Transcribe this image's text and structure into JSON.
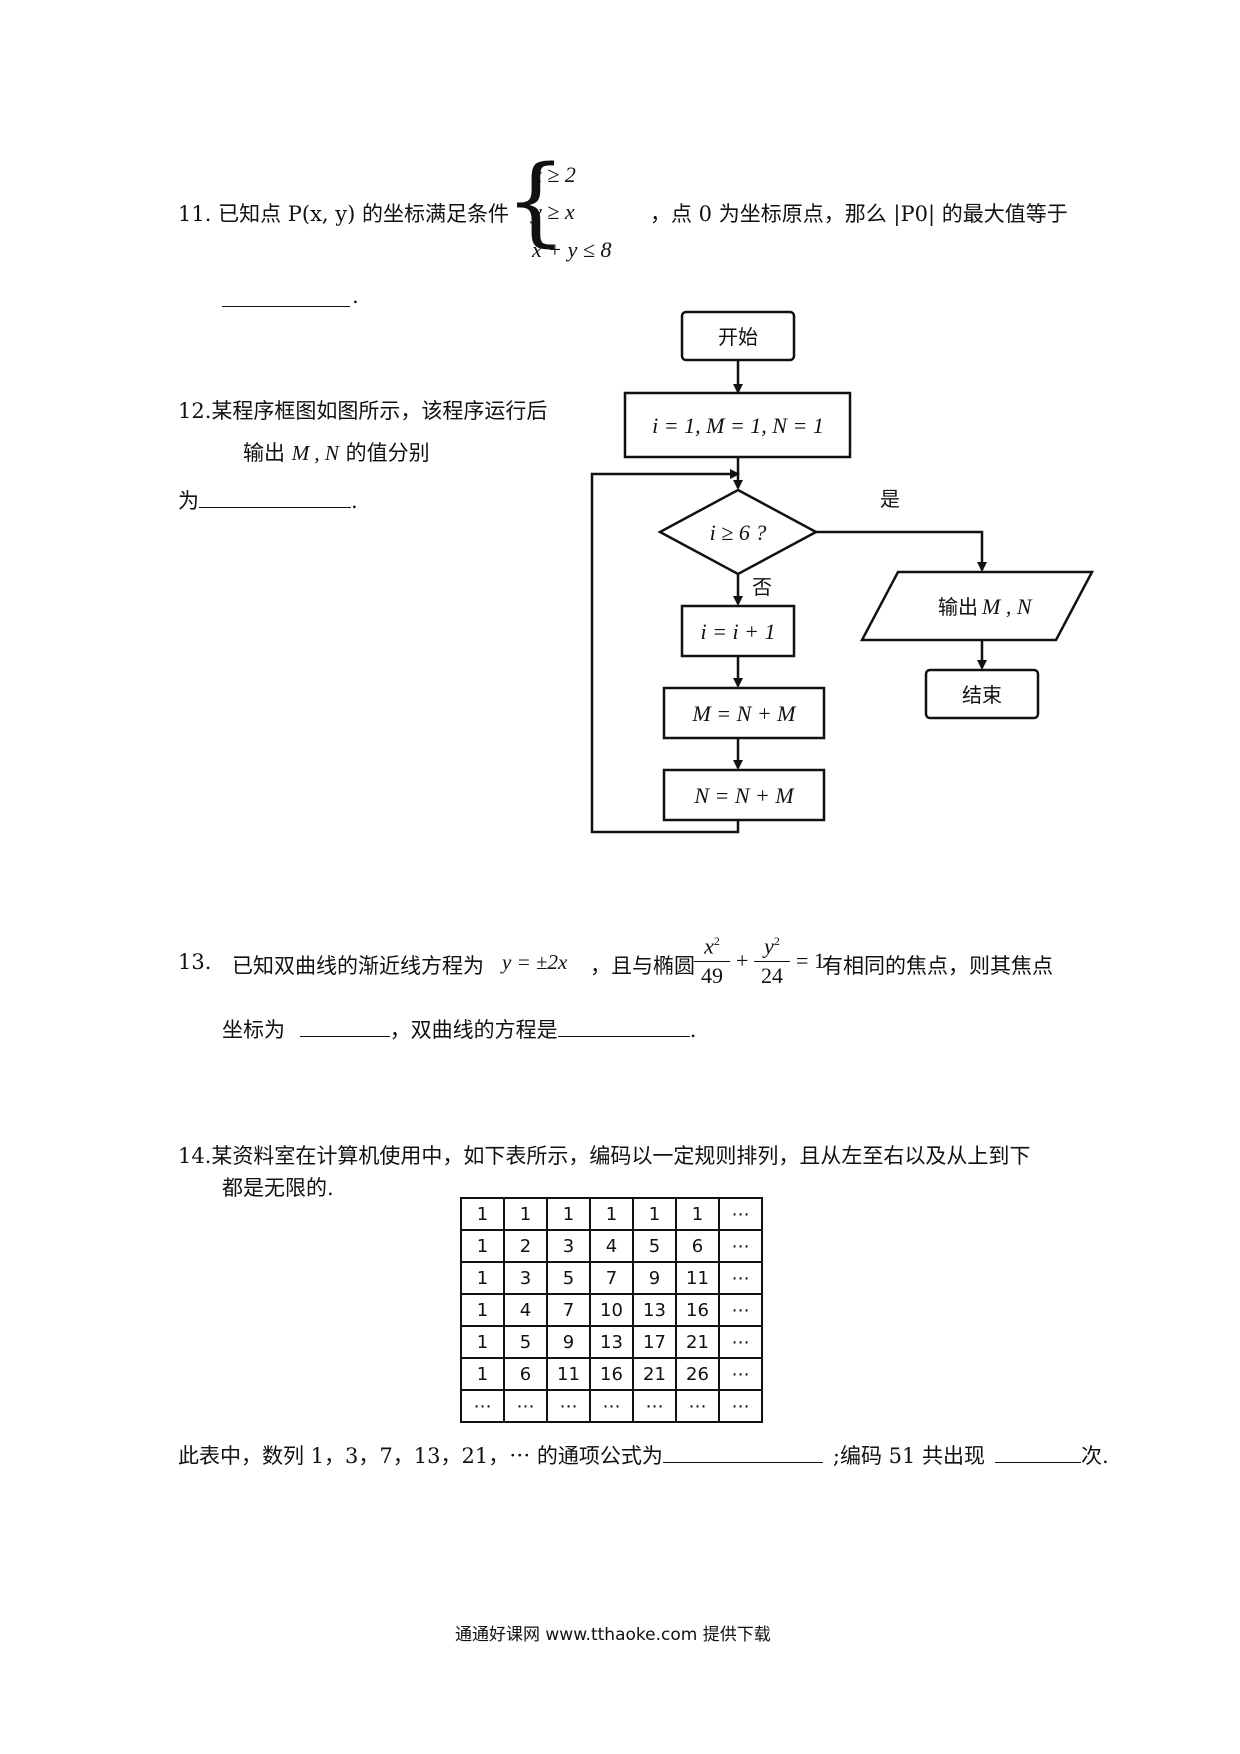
{
  "q11": {
    "prefix": "11. 已知点 P(x, y) 的坐标满足条件",
    "conditions": [
      "x ≥ 2",
      "y ≥ x",
      "x + y ≤ 8"
    ],
    "suffix": "，点 0 为坐标原点，那么 |P0| 的最大值等于",
    "end": "."
  },
  "q12": {
    "line1": "12.某程序框图如图所示，该程序运行后",
    "line2_prefix": "输出",
    "line2_vars": "M , N",
    "line2_suffix": "的值分别",
    "line3_prefix": "为",
    "end": "."
  },
  "flowchart": {
    "start": "开始",
    "init": "i = 1, M = 1, N = 1",
    "condition": "i ≥ 6 ?",
    "yes": "是",
    "no": "否",
    "step_i": "i = i + 1",
    "step_m": "M = N + M",
    "step_n": "N = N + M",
    "output_prefix": "输出",
    "output_vars": "M , N",
    "end": "结束"
  },
  "q13": {
    "number": "13.",
    "text1": "已知双曲线的渐近线方程为",
    "asymptote": "y = ±2x",
    "text2": "，且与椭圆",
    "x_term": "x",
    "y_term": "y",
    "exp": "2",
    "den_x": "49",
    "den_y": "24",
    "plus": "+",
    "eq_one": "= 1",
    "text3": "有相同的焦点，则其焦点",
    "line2_a": "坐标为",
    "line2_b": "，双曲线的方程是",
    "end": "."
  },
  "q14": {
    "line1": "14.某资料室在计算机使用中，如下表所示，编码以一定规则排列，且从左至右以及从上到下",
    "line2": "都是无限的.",
    "table": [
      [
        "1",
        "1",
        "1",
        "1",
        "1",
        "1",
        "⋯"
      ],
      [
        "1",
        "2",
        "3",
        "4",
        "5",
        "6",
        "⋯"
      ],
      [
        "1",
        "3",
        "5",
        "7",
        "9",
        "11",
        "⋯"
      ],
      [
        "1",
        "4",
        "7",
        "10",
        "13",
        "16",
        "⋯"
      ],
      [
        "1",
        "5",
        "9",
        "13",
        "17",
        "21",
        "⋯"
      ],
      [
        "1",
        "6",
        "11",
        "16",
        "21",
        "26",
        "⋯"
      ],
      [
        "⋯",
        "⋯",
        "⋯",
        "⋯",
        "⋯",
        "⋯",
        "⋯"
      ]
    ],
    "bottom_a": "此表中，数列 1，3，7，13，21，⋯ 的通项公式为",
    "bottom_b": ";编码 51 共出现",
    "bottom_c": "次."
  },
  "footer": "通通好课网  www.tthaoke.com  提供下载"
}
